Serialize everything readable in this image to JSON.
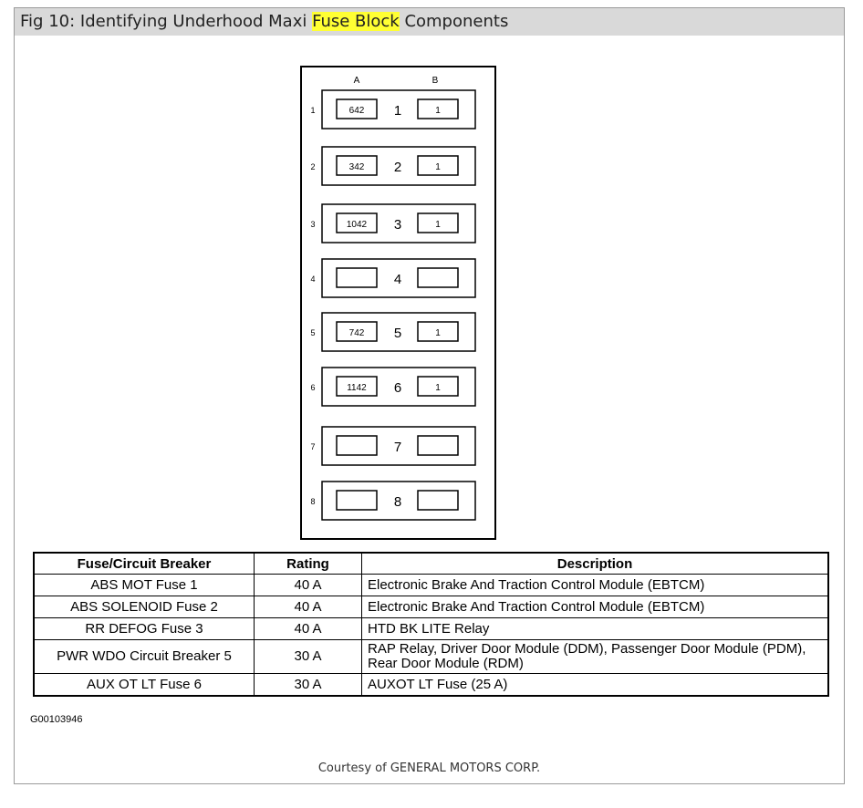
{
  "figure": {
    "title_prefix": "Fig 10: Identifying Underhood Maxi ",
    "title_highlight": "Fuse Block",
    "title_suffix": " Components"
  },
  "fuse_block": {
    "column_labels": [
      "A",
      "B"
    ],
    "rows": [
      {
        "row": "1",
        "center": "1",
        "a": "642",
        "b": "1"
      },
      {
        "row": "2",
        "center": "2",
        "a": "342",
        "b": "1"
      },
      {
        "row": "3",
        "center": "3",
        "a": "1042",
        "b": "1"
      },
      {
        "row": "4",
        "center": "4",
        "a": "",
        "b": ""
      },
      {
        "row": "5",
        "center": "5",
        "a": "742",
        "b": "1"
      },
      {
        "row": "6",
        "center": "6",
        "a": "1142",
        "b": "1"
      },
      {
        "row": "7",
        "center": "7",
        "a": "",
        "b": ""
      },
      {
        "row": "8",
        "center": "8",
        "a": "",
        "b": ""
      }
    ]
  },
  "table": {
    "headers": [
      "Fuse/Circuit Breaker",
      "Rating",
      "Description"
    ],
    "rows": [
      [
        "ABS MOT Fuse 1",
        "40 A",
        "Electronic Brake And Traction Control Module (EBTCM)"
      ],
      [
        "ABS SOLENOID Fuse 2",
        "40 A",
        "Electronic Brake And Traction Control Module (EBTCM)"
      ],
      [
        "RR DEFOG Fuse 3",
        "40 A",
        "HTD BK LITE Relay"
      ],
      [
        "PWR WDO Circuit Breaker 5",
        "30 A",
        "RAP Relay, Driver Door Module (DDM), Passenger Door Module (PDM), Rear Door Module (RDM)"
      ],
      [
        "AUX OT LT Fuse 6",
        "30 A",
        "AUXOT LT Fuse (25 A)"
      ]
    ]
  },
  "reference_code": "G00103946",
  "courtesy": "Courtesy of GENERAL MOTORS CORP."
}
